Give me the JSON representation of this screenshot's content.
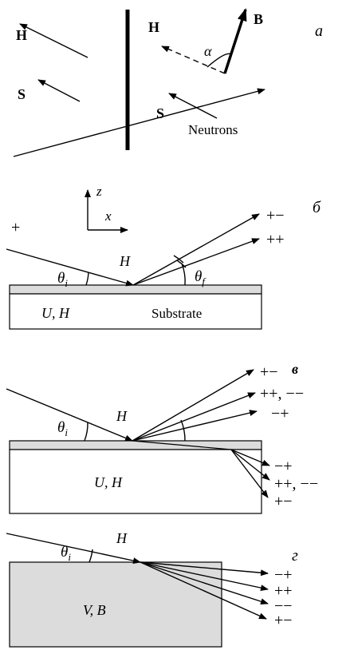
{
  "panel_a": {
    "label": "a",
    "h_left": "H",
    "s_left": "S",
    "h_right": "H",
    "s_right": "S",
    "b": "B",
    "alpha": "α",
    "neutrons": "Neutrons"
  },
  "panel_b": {
    "label": "б",
    "axis_z": "z",
    "axis_x": "x",
    "incident": "+",
    "out_pm": "+−",
    "out_pp": "++",
    "theta_i": "θ",
    "theta_i_sub": "i",
    "theta_f": "θ",
    "theta_f_sub": "f",
    "field": "H",
    "layer": "U, H",
    "substrate": "Substrate"
  },
  "panel_v": {
    "label": "в",
    "field": "H",
    "theta_i": "θ",
    "theta_i_sub": "i",
    "refl_pm": "+−",
    "refl_pp_mm": "++, −−",
    "refl_mp": "−+",
    "trans_mp": "−+",
    "trans_pp_mm": "++, −−",
    "trans_pm": "+−",
    "layer": "U, H"
  },
  "panel_g": {
    "label": "г",
    "field": "H",
    "theta_i": "θ",
    "theta_i_sub": "i",
    "trans_mp": "−+",
    "trans_pp": "++",
    "trans_mm": "−−",
    "trans_pm": "+−",
    "medium": "V, B"
  }
}
